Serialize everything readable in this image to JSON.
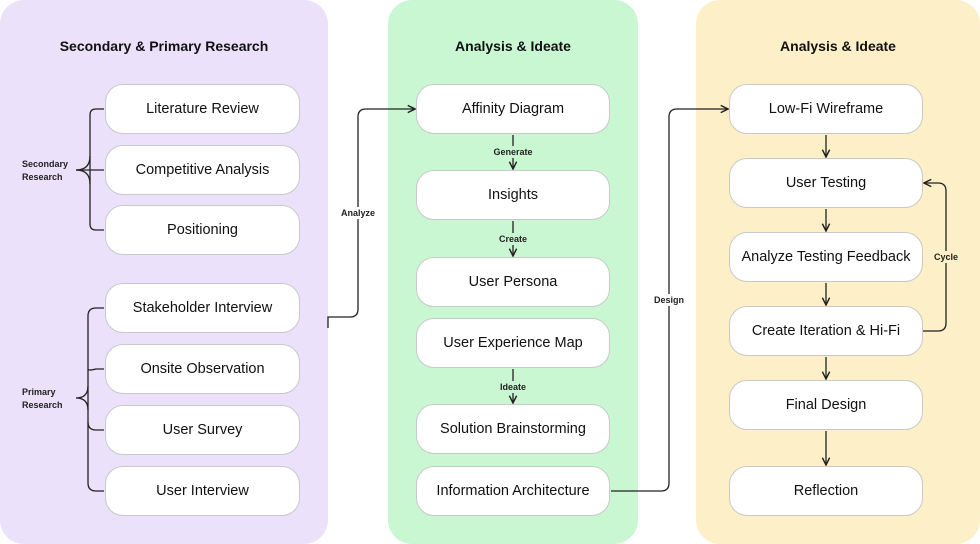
{
  "panels": [
    {
      "title": "Secondary & Primary Research",
      "color": "#ece1fb",
      "groups": [
        {
          "label_line1": "Secondary",
          "label_line2": "Research"
        },
        {
          "label_line1": "Primary",
          "label_line2": "Research"
        }
      ],
      "nodes": [
        "Literature Review",
        "Competitive Analysis",
        "Positioning",
        "Stakeholder Interview",
        "Onsite Observation",
        "User Survey",
        "User Interview"
      ]
    },
    {
      "title": "Analysis & Ideate",
      "color": "#c9f7d2",
      "nodes": [
        "Affinity Diagram",
        "Insights",
        "User Persona",
        "User Experience Map",
        "Solution Brainstorming",
        "Information Architecture"
      ],
      "edge_labels": [
        "Generate",
        "Create",
        "Ideate"
      ]
    },
    {
      "title": "Analysis & Ideate",
      "color": "#fdefc7",
      "nodes": [
        "Low-Fi Wireframe",
        "User Testing",
        "Analyze Testing Feedback",
        "Create Iteration & Hi-Fi",
        "Final Design",
        "Reflection"
      ],
      "cycle_label": "Cycle"
    }
  ],
  "connectors": {
    "analyze": "Analyze",
    "design": "Design"
  }
}
